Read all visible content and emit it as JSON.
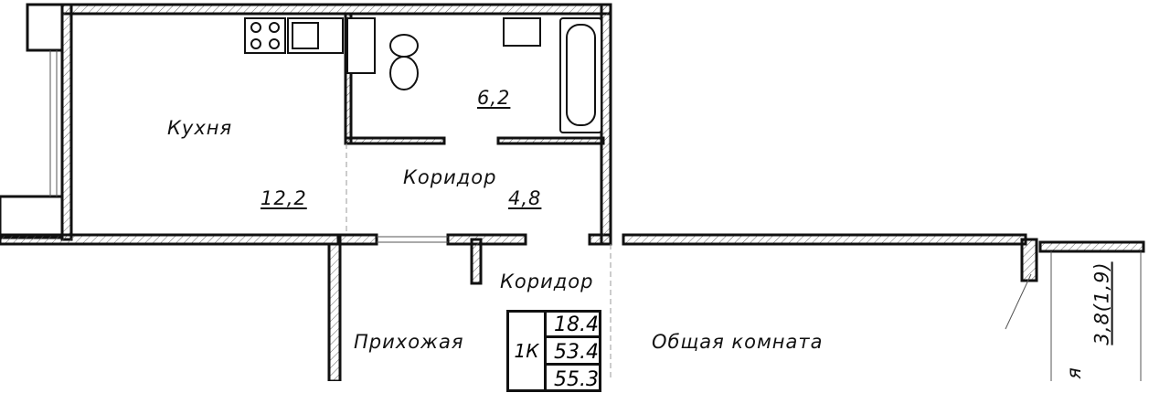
{
  "rooms": {
    "kitchen": {
      "name": "Кухня",
      "area": "12,2"
    },
    "bathroom": {
      "area": "6,2"
    },
    "corridor1": {
      "name": "Коридор",
      "area": "4,8"
    },
    "corridor2": {
      "name": "Коридор"
    },
    "hallway": {
      "name": "Прихожая"
    },
    "living_room": {
      "name": "Общая комната"
    },
    "loggia": {
      "name_fragment": "я",
      "area": "3,8(1,9)"
    }
  },
  "summary_table": {
    "type": "1К",
    "living_area": "18.4",
    "total_area": "53.4",
    "total_with_loggia": "55.3"
  }
}
